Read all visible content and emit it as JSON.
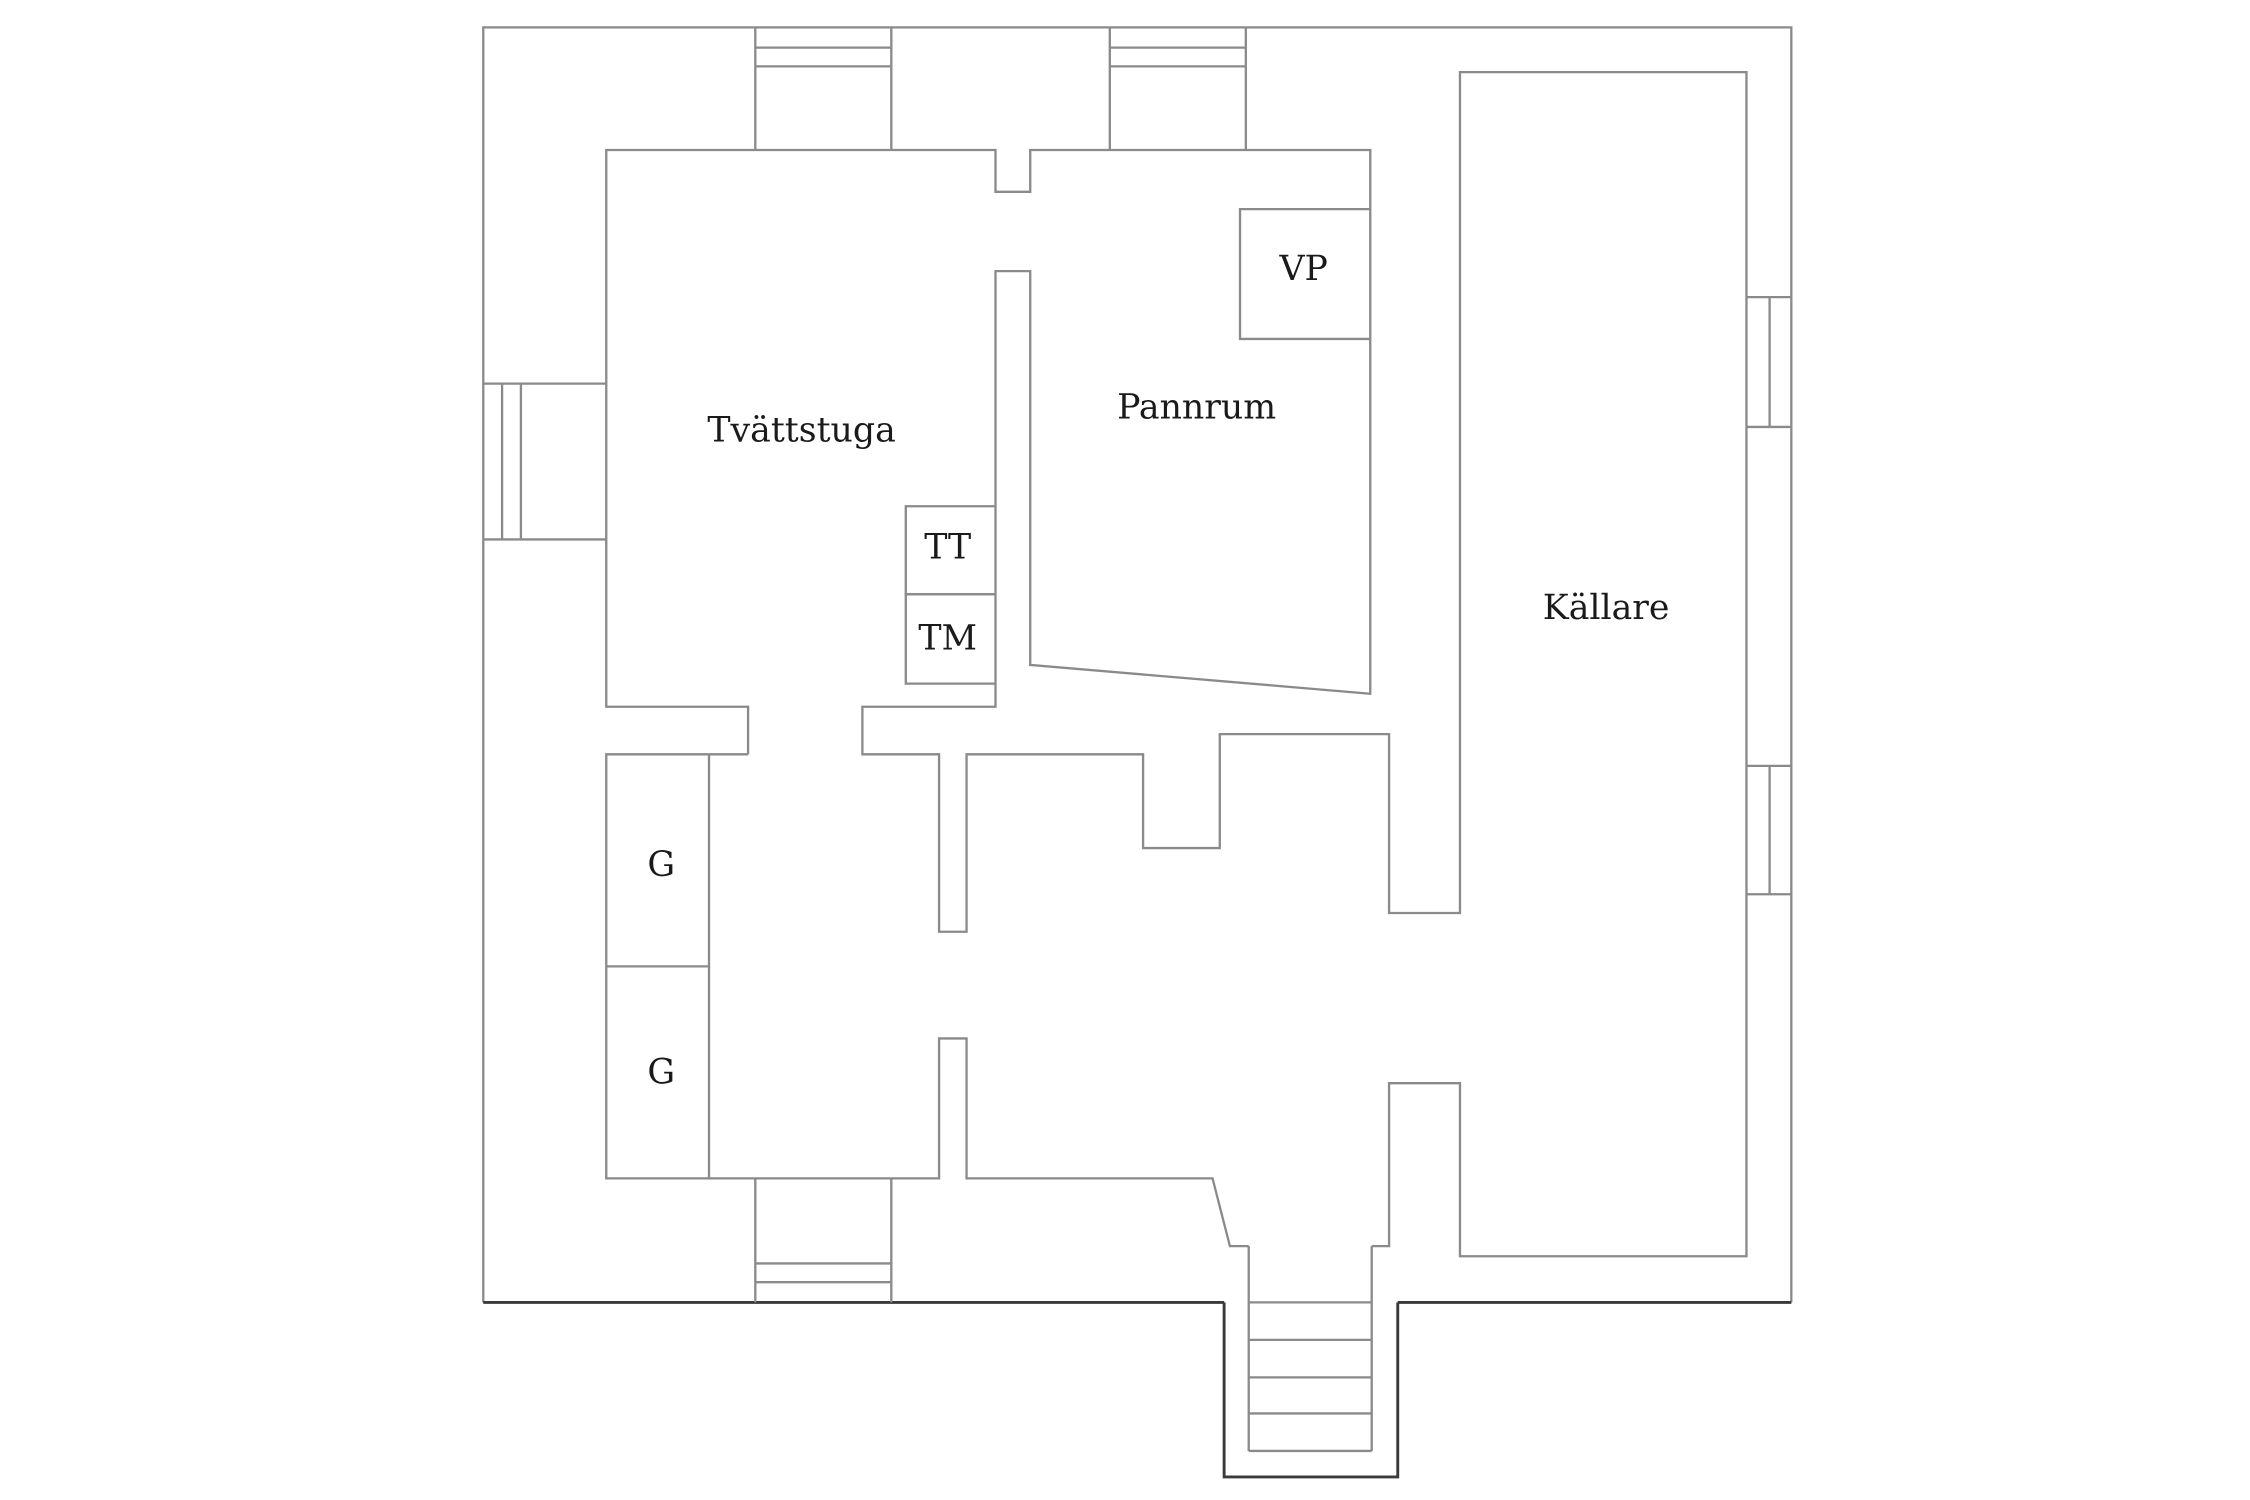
{
  "colors": {
    "background": "#ffffff",
    "line": "#8a8a8a",
    "line_dark": "#3a3a3a",
    "text": "#1a1a1a"
  },
  "rooms": {
    "tvattstuga": "Tvättstuga",
    "pannrum": "Pannrum",
    "kallare": "Källare"
  },
  "fixtures": {
    "vp": "VP",
    "tt": "TT",
    "tm": "TM",
    "g1": "G",
    "g2": "G"
  }
}
